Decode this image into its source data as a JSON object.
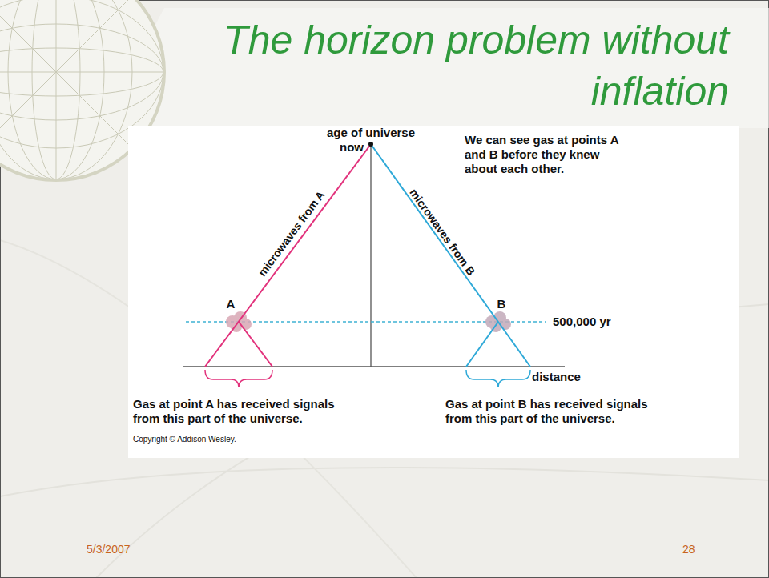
{
  "diagram": {
    "title": "The horizon problem without inflation",
    "labels": [
      "age of universe",
      "now",
      "microwaves from A",
      "microwaves from B",
      "We can see gas at points A and B before they knew about each other.",
      "A",
      "B",
      "500,000 yr",
      "distance",
      "Gas at point A has received signals from this part of the universe.",
      "Gas at point B has received signals from this part of the universe.",
      "Copyright © Addison Wesley.",
      "5/3/2007",
      "28"
    ]
  }
}
